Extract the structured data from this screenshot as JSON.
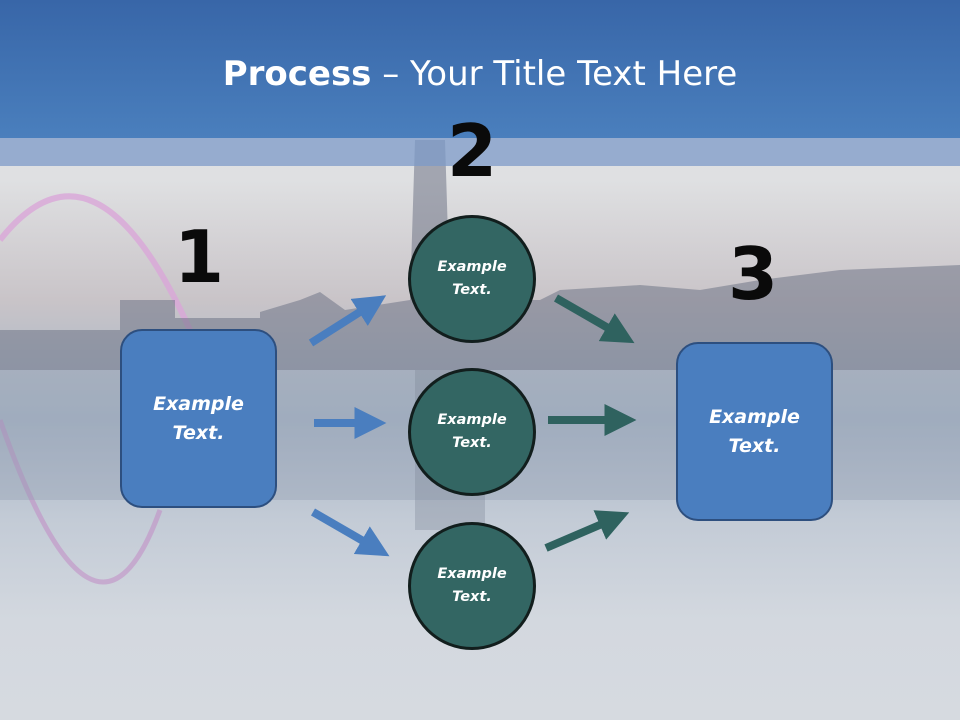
{
  "title": {
    "bold": "Process",
    "rest": " – Your Title Text Here"
  },
  "steps": [
    {
      "number": "1",
      "text": "Example Text."
    },
    {
      "number": "2",
      "text": "Example Text."
    },
    {
      "number": "3",
      "text": "Example Text."
    }
  ],
  "circles": [
    {
      "text": "Example Text."
    },
    {
      "text": "Example Text."
    },
    {
      "text": "Example Text."
    }
  ],
  "colors": {
    "title_bar": "#4a7fbd",
    "box_fill": "#4a7ebf",
    "circle_fill": "#336663",
    "arrow_blue": "#4a7ebf",
    "arrow_teal": "#2f625f"
  }
}
